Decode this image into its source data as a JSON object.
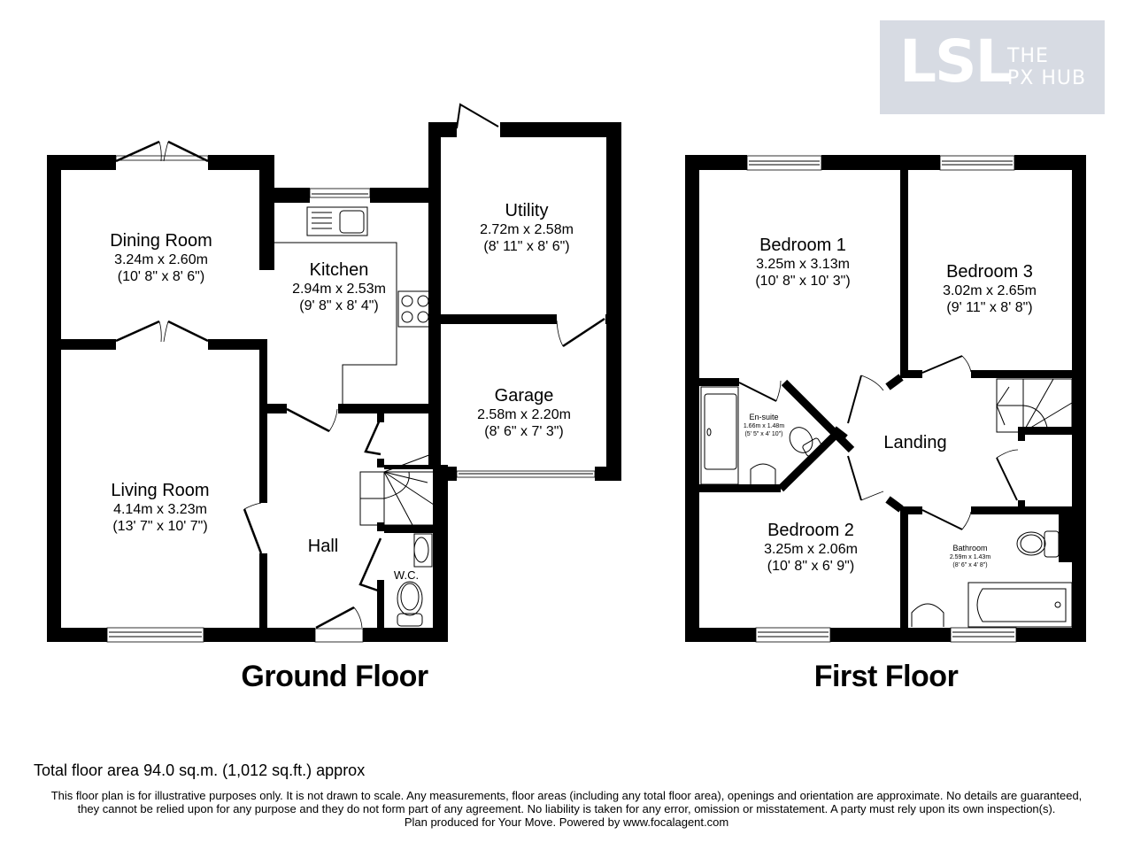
{
  "logo": {
    "main": "LSL",
    "line1": "THE",
    "line2": "PX HUB",
    "bg_color": "#d7dbe3"
  },
  "ground_floor": {
    "title": "Ground Floor",
    "rooms": [
      {
        "name": "Dining Room",
        "metric": "3.24m x 2.60m",
        "imperial": "(10' 8\" x 8' 6\")"
      },
      {
        "name": "Kitchen",
        "metric": "2.94m x 2.53m",
        "imperial": "(9' 8\" x 8' 4\")"
      },
      {
        "name": "Utility",
        "metric": "2.72m x 2.58m",
        "imperial": "(8' 11\" x 8' 6\")"
      },
      {
        "name": "Garage",
        "metric": "2.58m x 2.20m",
        "imperial": "(8' 6\" x 7' 3\")"
      },
      {
        "name": "Living Room",
        "metric": "4.14m x 3.23m",
        "imperial": "(13' 7\" x 10' 7\")"
      },
      {
        "name": "Hall"
      },
      {
        "name": "W.C."
      }
    ]
  },
  "first_floor": {
    "title": "First Floor",
    "rooms": [
      {
        "name": "Bedroom 1",
        "metric": "3.25m x 3.13m",
        "imperial": "(10' 8\" x 10' 3\")"
      },
      {
        "name": "Bedroom 3",
        "metric": "3.02m x 2.65m",
        "imperial": "(9' 11\" x 8' 8\")"
      },
      {
        "name": "En-suite",
        "metric": "1.66m x 1.48m",
        "imperial": "(5' 5\" x 4' 10\")"
      },
      {
        "name": "Landing"
      },
      {
        "name": "Bedroom 2",
        "metric": "3.25m x 2.06m",
        "imperial": "(10' 8\" x 6' 9\")"
      },
      {
        "name": "Bathroom",
        "metric": "2.59m x 1.43m",
        "imperial": "(8' 6\" x 4' 8\")"
      }
    ]
  },
  "footer": {
    "total_area": "Total floor area 94.0 sq.m. (1,012 sq.ft.) approx",
    "disclaimer_line1": "This floor plan is for illustrative purposes only. It is not drawn to scale. Any measurements, floor areas (including any total floor area), openings and orientation are approximate. No details are guaranteed,",
    "disclaimer_line2": "they cannot be relied upon for any purpose and they do not form part of any agreement. No liability is taken for any error, omission or misstatement. A party must rely upon its own inspection(s).",
    "disclaimer_line3": "Plan produced for Your Move. Powered by www.focalagent.com"
  },
  "colors": {
    "wall": "#000000",
    "background": "#ffffff",
    "fixture_stroke": "#333333"
  }
}
